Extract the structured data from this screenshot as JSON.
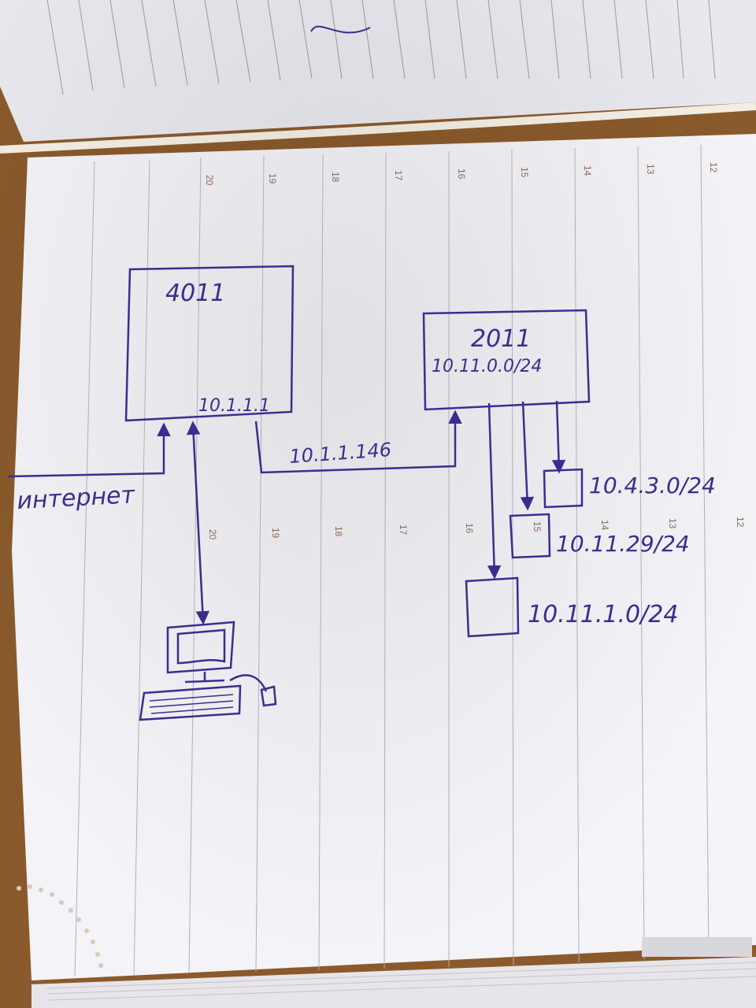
{
  "diagram": {
    "router_main": {
      "label": "4011",
      "ip": "10.1.1.1"
    },
    "router_branch": {
      "label": "2011",
      "network": "10.11.0.0/24"
    },
    "link_label": "10.1.1.146",
    "internet_label": "интернет",
    "subnets": [
      {
        "label": "10.4.3.0/24"
      },
      {
        "label": "10.11.29/24"
      },
      {
        "label": "10.11.1.0/24"
      }
    ]
  },
  "notebook": {
    "top_column_numbers": [
      "20",
      "19",
      "18",
      "17",
      "16",
      "15",
      "14",
      "13",
      "12"
    ],
    "mid_column_numbers": [
      "20",
      "19",
      "18",
      "17",
      "16",
      "15",
      "14",
      "13",
      "12"
    ]
  },
  "colors": {
    "ink": "#3b2d8f",
    "paper": "#f4f3f7",
    "lines": "#9c9aa8",
    "desk": "#8a5a2c"
  }
}
